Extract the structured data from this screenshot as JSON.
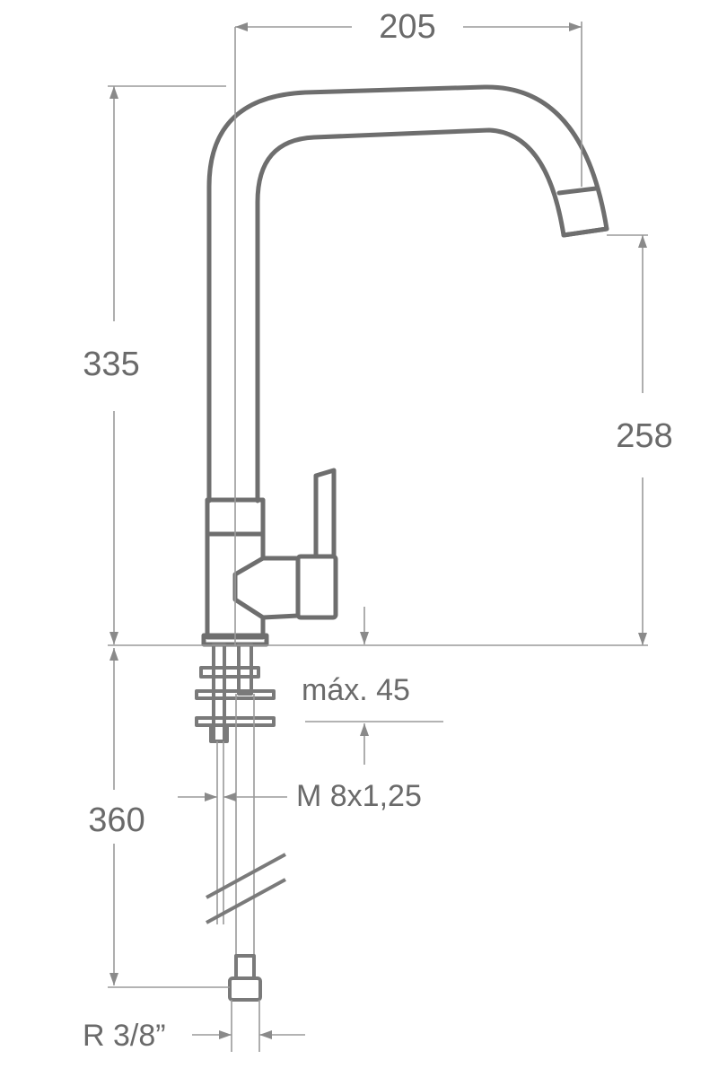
{
  "dimensions": {
    "spout_reach": "205",
    "total_height": "335",
    "outlet_height": "258",
    "max_deck_thickness": "máx. 45",
    "thread_size": "M 8x1,25",
    "hose_length": "360",
    "hose_connection": "R 3/8”"
  },
  "colors": {
    "line": "#6e6e6e",
    "dimension_line": "#9a9a9a",
    "text": "#6a6a6a",
    "background": "#ffffff"
  }
}
